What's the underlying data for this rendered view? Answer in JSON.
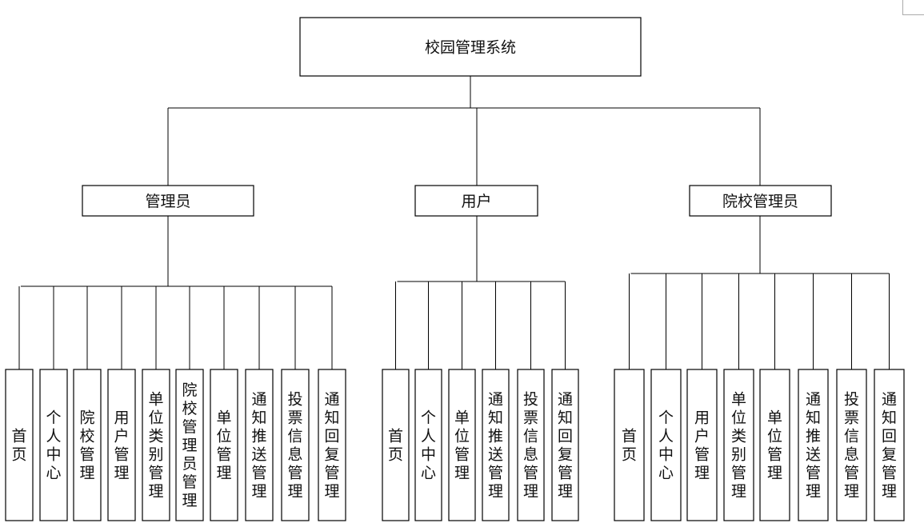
{
  "root": {
    "label": "校园管理系统"
  },
  "groups": [
    {
      "label": "管理员",
      "children": [
        "首页",
        "个人中心",
        "院校管理",
        "用户管理",
        "单位类别管理",
        "院校管理员管理",
        "单位管理",
        "通知推送管理",
        "投票信息管理",
        "通知回复管理"
      ]
    },
    {
      "label": "用户",
      "children": [
        "首页",
        "个人中心",
        "单位管理",
        "通知推送管理",
        "投票信息管理",
        "通知回复管理"
      ]
    },
    {
      "label": "院校管理员",
      "children": [
        "首页",
        "个人中心",
        "用户管理",
        "单位类别管理",
        "单位管理",
        "通知推送管理",
        "投票信息管理",
        "通知回复管理"
      ]
    }
  ]
}
